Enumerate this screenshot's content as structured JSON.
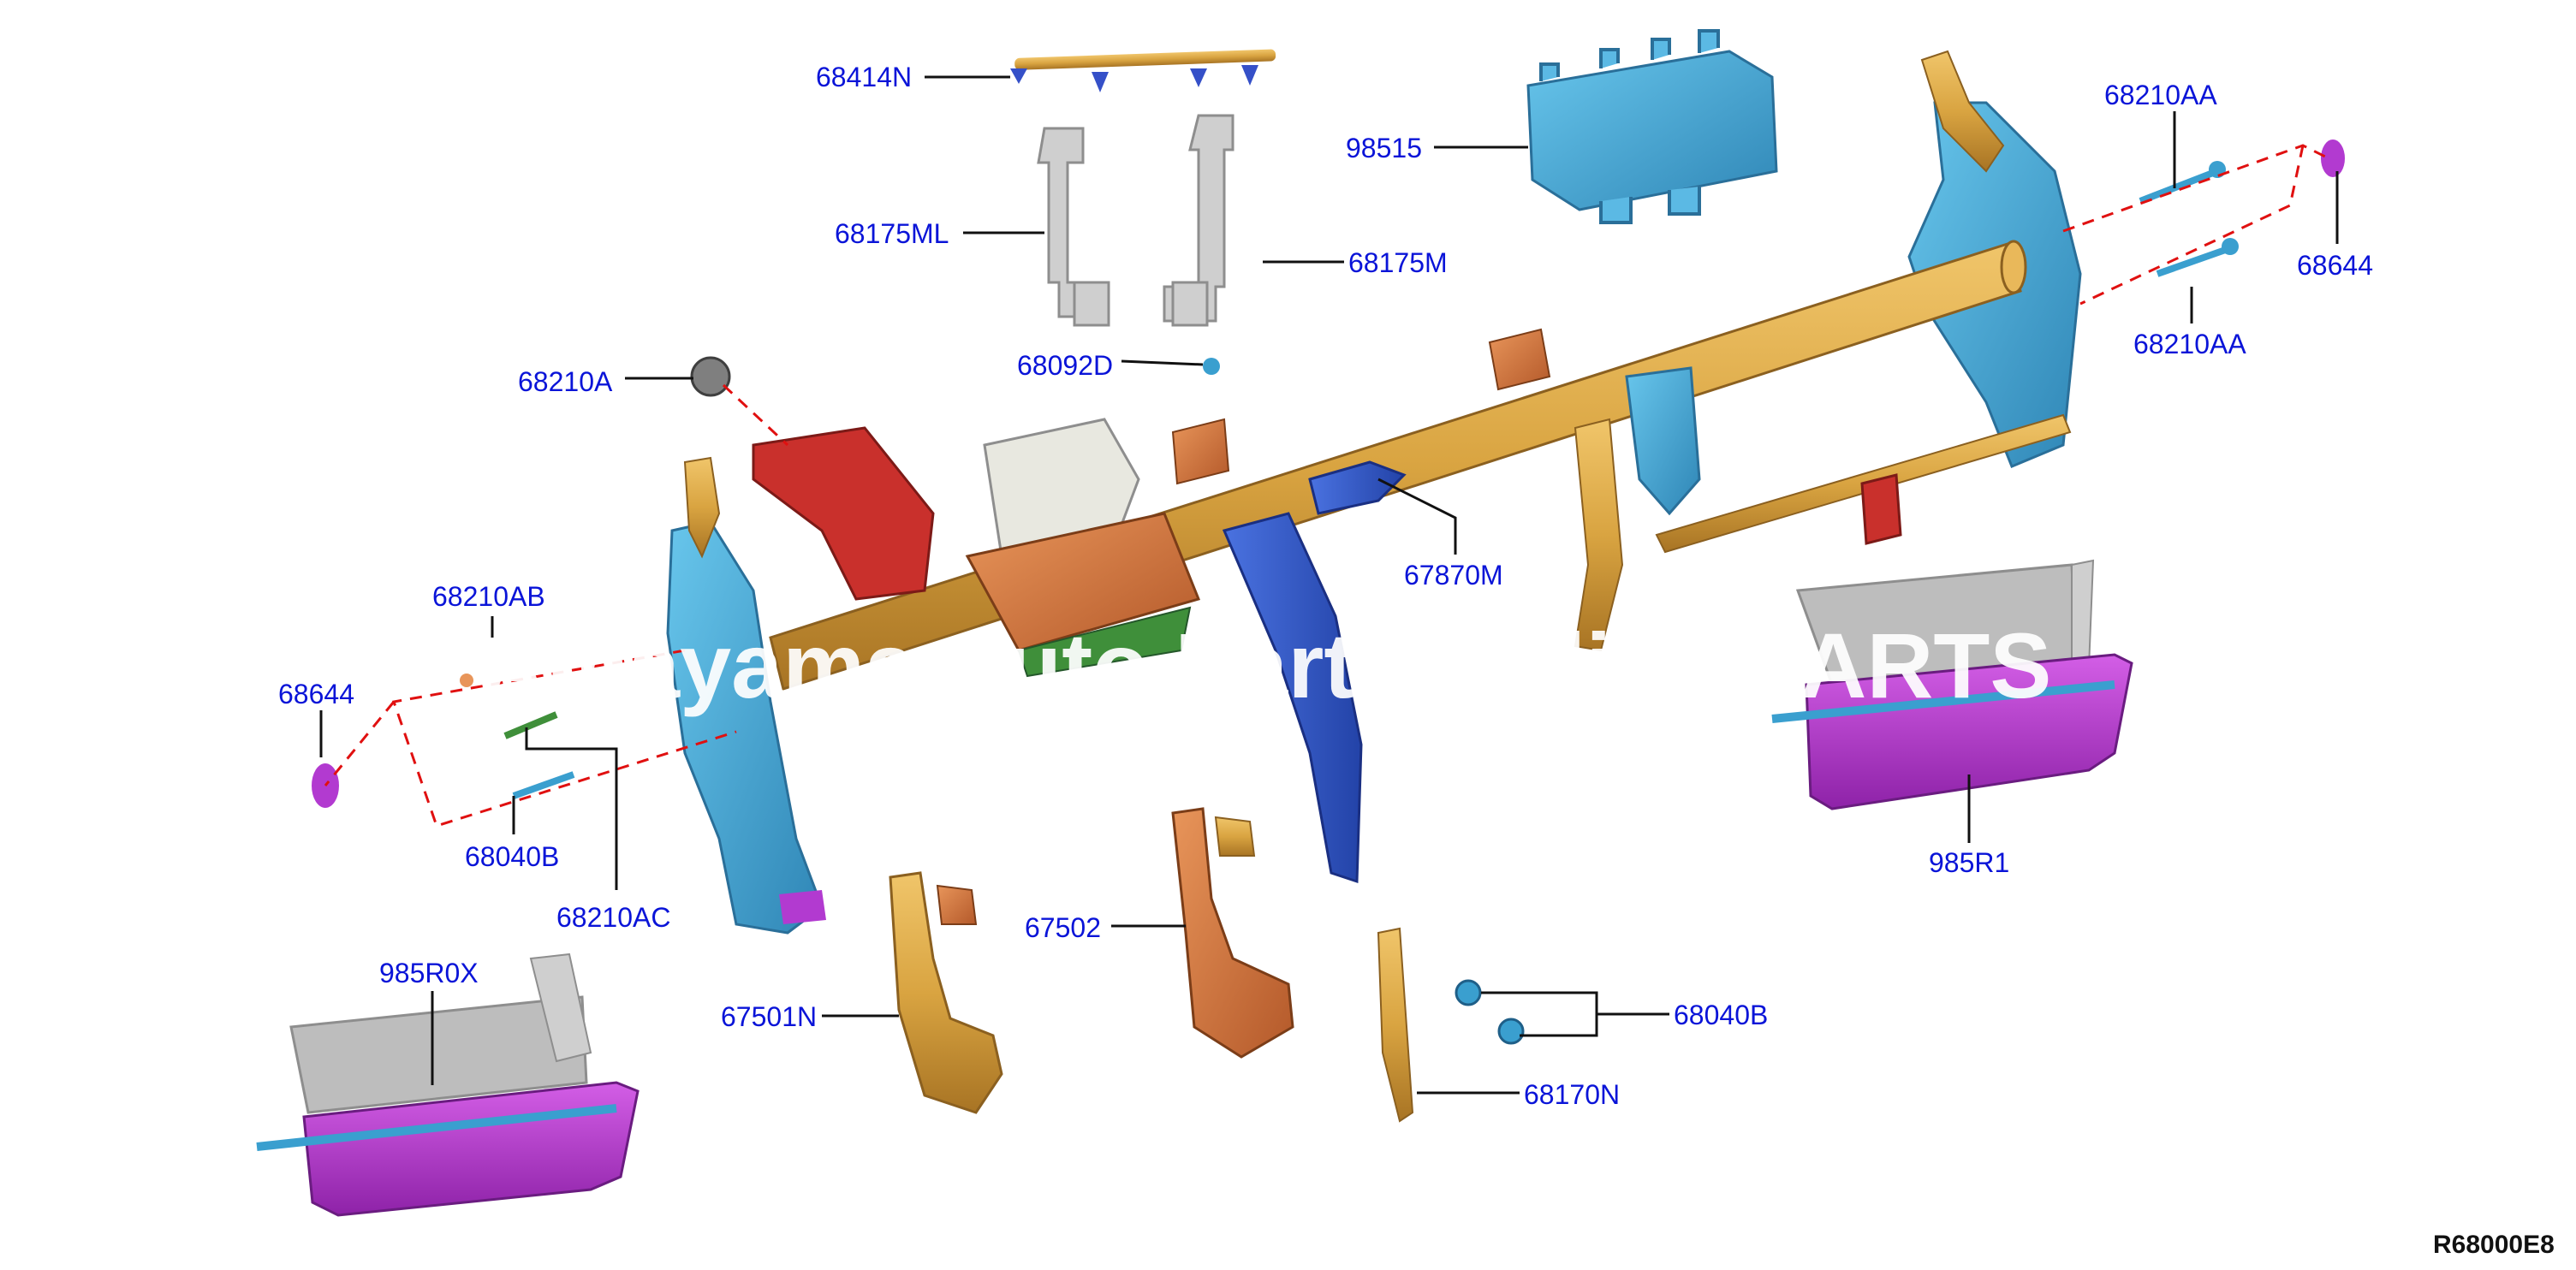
{
  "labels": {
    "p68414N": "68414N",
    "p98515": "98515",
    "p68210AA_top": "68210AA",
    "p68644_right": "68644",
    "p68210AA_bottom": "68210AA",
    "p68175ML": "68175ML",
    "p68175M": "68175M",
    "p68092D": "68092D",
    "p68210A": "68210A",
    "p67870M": "67870M",
    "p68210AB": "68210AB",
    "p68644_left": "68644",
    "p68040B_left": "68040B",
    "p68210AC": "68210AC",
    "p985R1": "985R1",
    "p985R0X": "985R0X",
    "p67502": "67502",
    "p67501N": "67501N",
    "p68040B_right": "68040B",
    "p68170N": "68170N"
  },
  "diagram_code": "R68000E8",
  "watermark": "Amayama Auto Parts Online PARTS",
  "colors": {
    "callout": "#0a14d8",
    "leader": "#111111",
    "dashed_guide": "#e01010",
    "steel_gold": "#d9a441",
    "bracket_blue": "#3a9fcf",
    "bracket_red": "#c9302c",
    "bracket_orange": "#d7793a",
    "bracket_navy": "#2f57c8",
    "trim_magenta": "#b23ad0",
    "frame_gray": "#b9b9b9"
  }
}
